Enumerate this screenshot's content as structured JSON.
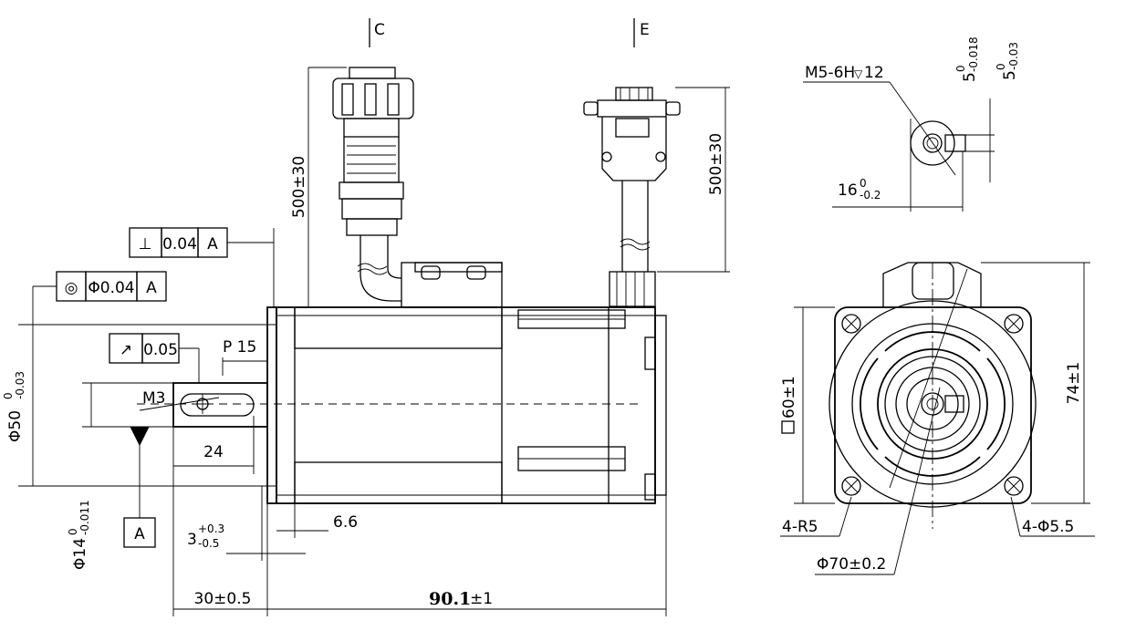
{
  "view_labels": {
    "c": "C",
    "e": "E"
  },
  "cable_lengths": {
    "power": "500±30",
    "encoder": "500±30"
  },
  "fcf": {
    "perpendicularity": {
      "symbol": "⊥",
      "tol": "0.04",
      "datum": "A"
    },
    "concentricity": {
      "symbol": "◎",
      "tol": "Φ0.04",
      "datum": "A"
    },
    "runout": {
      "symbol": "↗",
      "tol": "0.05"
    }
  },
  "datum_label": "A",
  "dims": {
    "pilot_dia": "Φ50",
    "pilot_dia_tol_upper": "0",
    "pilot_dia_tol_lower": "-0.03",
    "shaft_dia": "Φ14",
    "shaft_dia_tol_upper": "0",
    "shaft_dia_tol_lower": "-0.011",
    "key_pitch": "P 15",
    "thread": "M3",
    "key_length": "24",
    "flange_thk": "6.6",
    "pilot_depth": "3",
    "pilot_depth_tol_upper": "+0.3",
    "pilot_depth_tol_lower": "-0.5",
    "shaft_len": "30±0.5",
    "body_len": "90.1",
    "body_len_tol": "±1",
    "square": "60±1",
    "height": "74±1",
    "corner_radius": "4-R5",
    "holes": "4-Φ5.5",
    "bolt_circle": "Φ70±0.2",
    "end_thread": "M5-6H",
    "end_thread_depth": "12",
    "key_width_a": "5",
    "key_width_a_tol_upper": "0",
    "key_width_a_tol_lower": "-0.018",
    "key_width_b": "5",
    "key_width_b_tol_upper": "0",
    "key_width_b_tol_lower": "-0.03",
    "key_depth": "16",
    "key_depth_tol_upper": "0",
    "key_depth_tol_lower": "-0.2"
  }
}
